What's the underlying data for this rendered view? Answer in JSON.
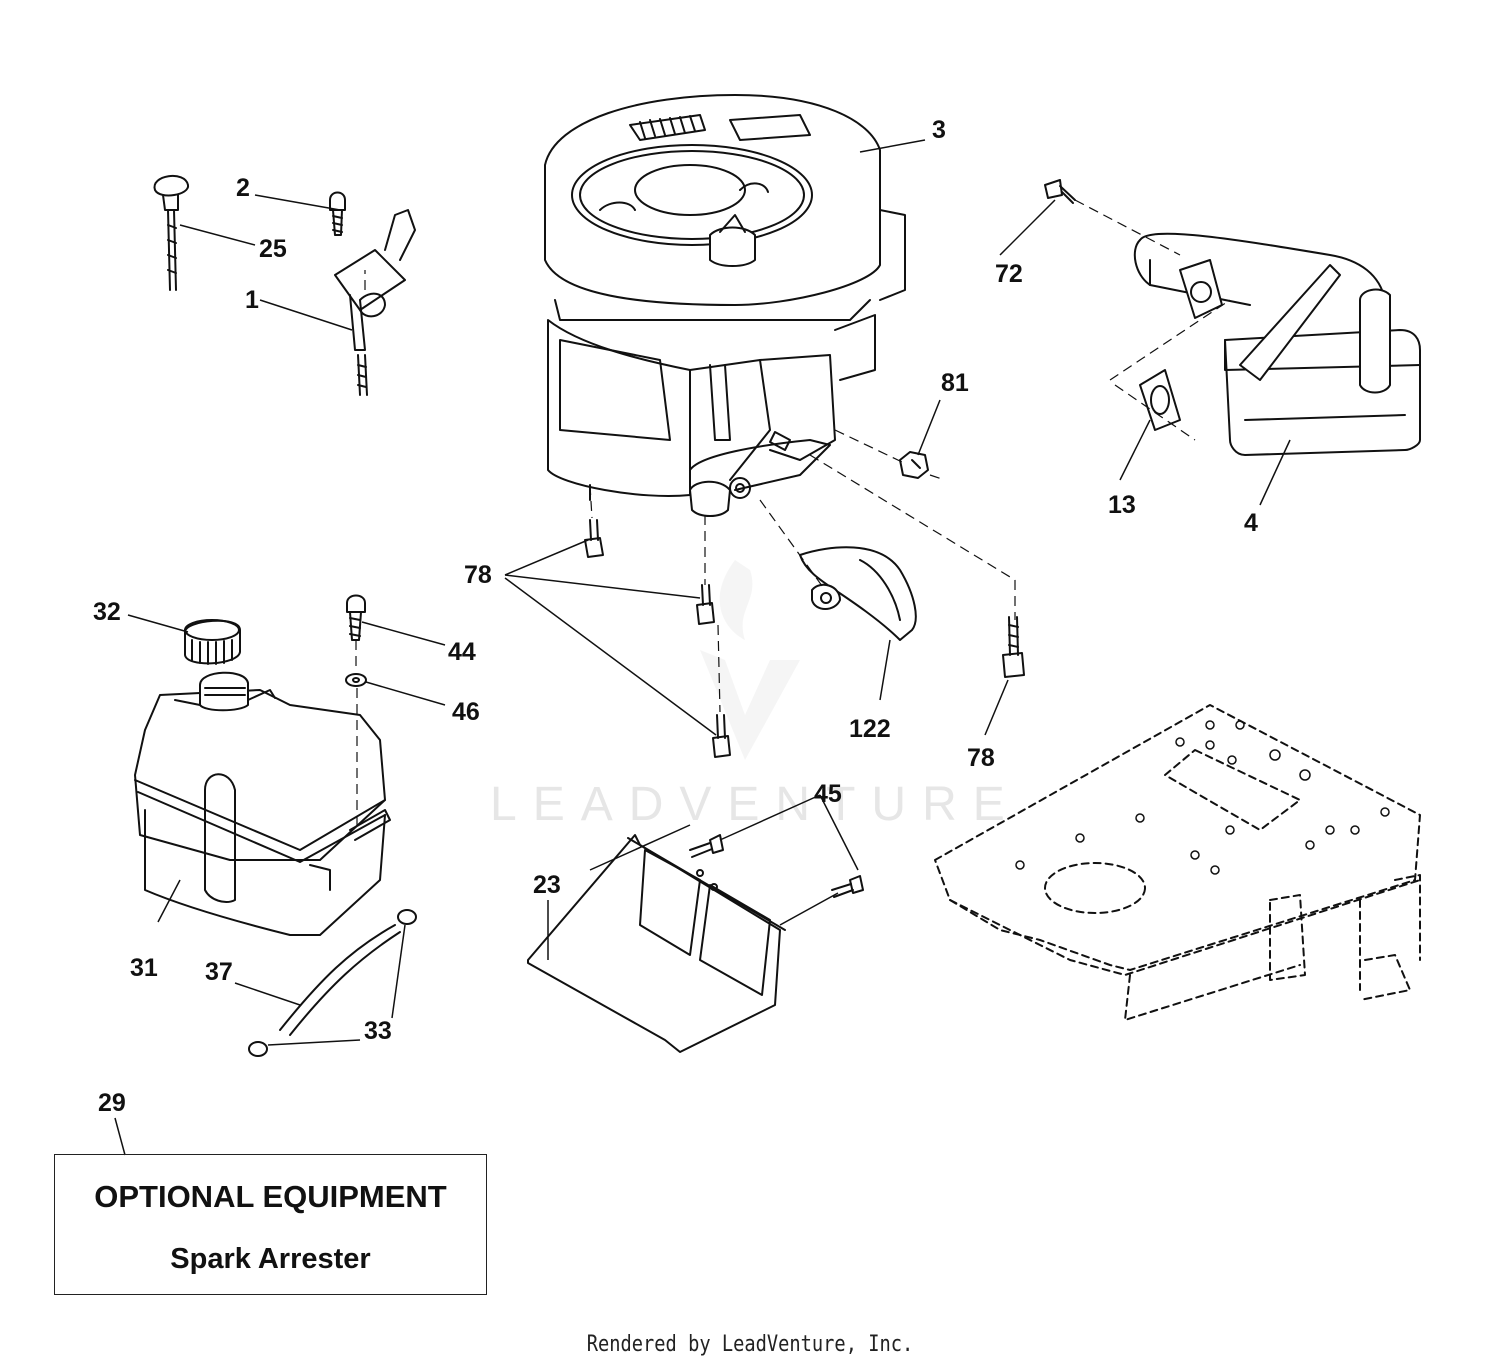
{
  "callouts": {
    "c1": "1",
    "c2": "2",
    "c3": "3",
    "c4": "4",
    "c13": "13",
    "c23": "23",
    "c25": "25",
    "c29": "29",
    "c31": "31",
    "c32": "32",
    "c33": "33",
    "c37": "37",
    "c44": "44",
    "c45": "45",
    "c46": "46",
    "c72": "72",
    "c78a": "78",
    "c78b": "78",
    "c81": "81",
    "c122": "122"
  },
  "optional_box": {
    "title": "OPTIONAL EQUIPMENT",
    "subtitle": "Spark Arrester"
  },
  "watermark": "LEADVENTURE",
  "footer": "Rendered by LeadVenture, Inc.",
  "colors": {
    "ink": "#111111",
    "watermark": "#e6e6e6"
  }
}
